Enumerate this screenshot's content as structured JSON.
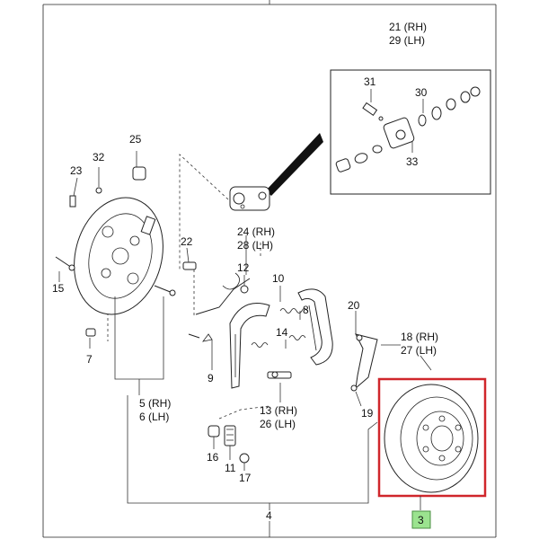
{
  "diagram": {
    "callouts": {
      "c1": "21 (RH)",
      "c2": "29 (LH)",
      "c3": "31",
      "c4": "30",
      "c5": "33",
      "c6": "25",
      "c7": "23",
      "c8": "32",
      "c9": "22",
      "c10": "15",
      "c11": "7",
      "c12": "24 (RH)",
      "c13": "28 (LH)",
      "c14": "12",
      "c15": "10",
      "c16": "8",
      "c17": "14",
      "c18": "20",
      "c19": "18 (RH)",
      "c20": "27 (LH)",
      "c21": "9",
      "c22": "5 (RH)",
      "c23": "6 (LH)",
      "c24": "13 (RH)",
      "c25": "26 (LH)",
      "c26": "19",
      "c27": "16",
      "c28": "11",
      "c29": "17",
      "c30": "4",
      "c31": "3"
    },
    "colors": {
      "highlight_box": "#d0262b",
      "badge_fill": "#9be38f",
      "line": "#222222"
    }
  }
}
